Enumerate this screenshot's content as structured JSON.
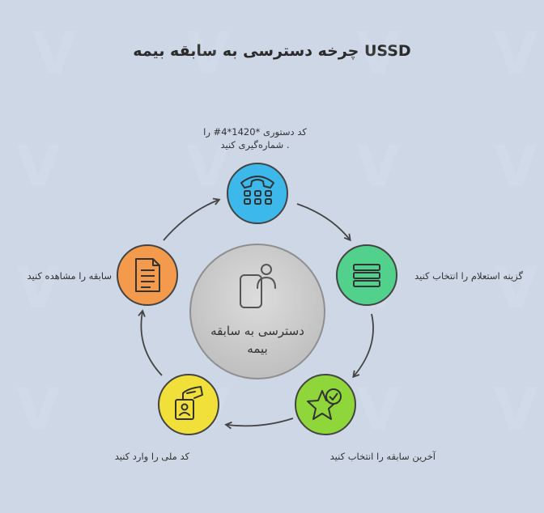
{
  "title": "USSD چرخه دسترسی به سابقه بیمه",
  "center": {
    "line1": "دسترسی به سابقه",
    "line2": "بیمه",
    "icon": "person-phone-icon"
  },
  "steps": [
    {
      "line1": "کد دستوری *1420*4# را",
      "line2": ". شماره‌گیری کنید",
      "icon": "phone-keypad-icon",
      "color": "#3cb8ea"
    },
    {
      "line1": "گزینه استعلام را انتخاب کنید",
      "icon": "menu-list-icon",
      "color": "#52d18c"
    },
    {
      "line1": "آخرین سابقه را انتخاب کنید",
      "icon": "star-check-icon",
      "color": "#8ed63a"
    },
    {
      "line1": "کد ملی را وارد کنید",
      "icon": "id-card-hand-icon",
      "color": "#f2e03a"
    },
    {
      "line1": "سابقه را مشاهده کنید",
      "icon": "document-icon",
      "color": "#f49a4c"
    }
  ]
}
